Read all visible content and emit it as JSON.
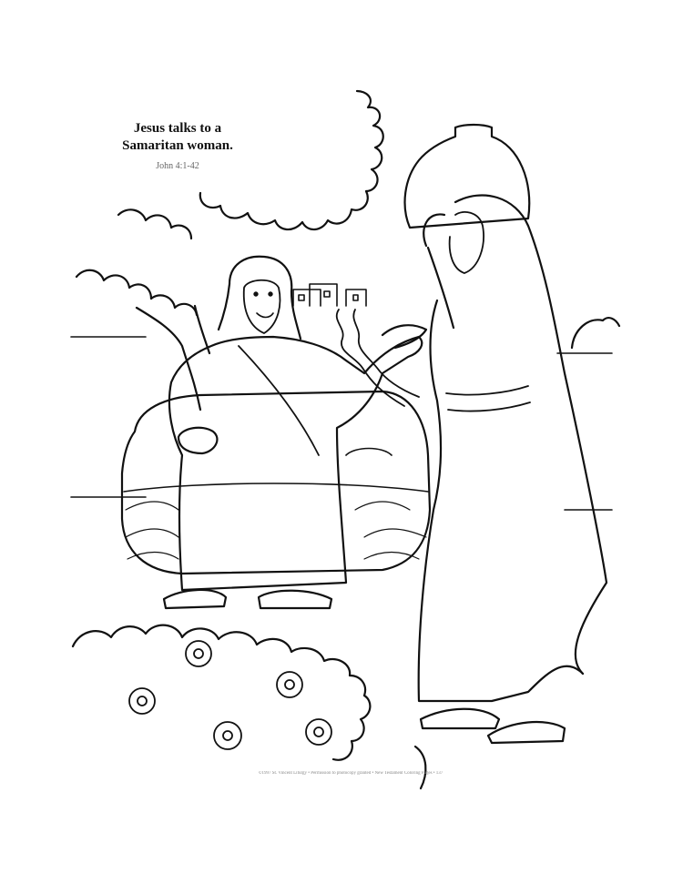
{
  "caption": {
    "line1": "Jesus talks to a",
    "line2": "Samaritan woman.",
    "reference": "John 4:1-42"
  },
  "footer": {
    "text": "©1997 St. Vincent Liturgy • Permission to photocopy granted • New Testament Coloring Pages • 137"
  },
  "colors": {
    "ink": "#111111",
    "paper": "#ffffff"
  },
  "scene": {
    "figures": [
      "jesus-figure",
      "samaritan-woman-figure"
    ],
    "objects": [
      "tree",
      "stone-well",
      "water-jar",
      "village-houses",
      "river",
      "hill",
      "flower-bush"
    ]
  }
}
